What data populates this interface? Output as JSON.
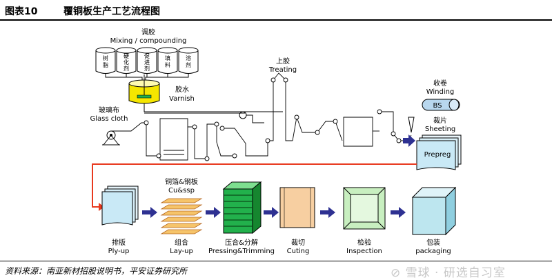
{
  "header": {
    "figure_no": "图表10",
    "title": "覆铜板生产工艺流程图"
  },
  "upper": {
    "mixing_cn": "调胶",
    "mixing_en": "Mixing / compounding",
    "drums": [
      [
        "树",
        "脂"
      ],
      [
        "硬",
        "化",
        "剂"
      ],
      [
        "促",
        "进",
        "剂"
      ],
      [
        "填",
        "料"
      ],
      [
        "溶",
        "剂"
      ]
    ],
    "varnish_cn": "胶水",
    "varnish_en": "Varnish",
    "glass_cn": "玻璃布",
    "glass_en": "Glass cloth",
    "treating_cn": "上胶",
    "treating_en": "Treating",
    "winding_cn": "收卷",
    "winding_en": "Winding",
    "bs_label": "BS",
    "sheeting_cn": "裁片",
    "sheeting_en": "Sheeting",
    "prepreg_label": "Prepreg"
  },
  "lower": {
    "stages": [
      {
        "cn": "排版",
        "en": "Ply-up"
      },
      {
        "cn": "组合",
        "en": "Lay-up"
      },
      {
        "cn": "压合&分解",
        "en": "Pressing&Trimming"
      },
      {
        "cn": "裁切",
        "en": "Cuting"
      },
      {
        "cn": "检验",
        "en": "Inspection"
      },
      {
        "cn": "包装",
        "en": "packaging"
      }
    ],
    "cu_cn": "铜箔&钢板",
    "cu_en": "Cu&ssp"
  },
  "footer": {
    "source": "资料来源：南亚新材招股说明书，平安证券研究所",
    "watermark": "⊘ 雪球 · 研选自习室"
  },
  "colors": {
    "flow_line": "#e8391e",
    "arrow_fill": "#2e3192",
    "varnish_tank": "#f5e600",
    "board_green": "#22b14c",
    "cut_orange": "#f7cfa1",
    "inspect_green": "#c8efc0",
    "package_blue": "#bde6ef",
    "bs_pill": "#b8d7ee",
    "prepreg": "#c9e9f6"
  }
}
